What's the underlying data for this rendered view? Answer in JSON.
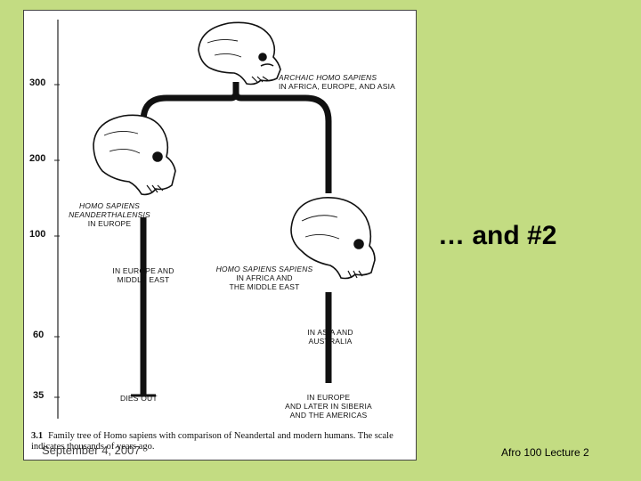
{
  "slide": {
    "title": "… and #2",
    "footer_date": "September 4, 2007",
    "footer_right": "Afro 100 Lecture 2"
  },
  "figure": {
    "axis_ticks": [
      "300",
      "200",
      "100",
      "60",
      "35"
    ],
    "labels": {
      "archaic": [
        "ARCHAIC HOMO SAPIENS",
        "IN AFRICA, EUROPE, AND ASIA"
      ],
      "neanderthal": [
        "HOMO SAPIENS",
        "NEANDERTHALENSIS",
        "IN EUROPE"
      ],
      "europe_middle_east": [
        "IN EUROPE AND",
        "MIDDLE EAST"
      ],
      "sapiens_africa": [
        "HOMO SAPIENS SAPIENS",
        "IN AFRICA AND",
        "THE MIDDLE EAST"
      ],
      "asia_australia": [
        "IN ASIA AND",
        "AUSTRALIA"
      ],
      "dies_out": "DIES OUT",
      "europe_later": [
        "IN EUROPE",
        "AND LATER IN SIBERIA",
        "AND THE AMERICAS"
      ]
    },
    "caption": {
      "number": "3.1",
      "text": "Family tree of Homo sapiens with comparison of Neandertal and modern humans. The scale indicates thousands of years ago."
    }
  }
}
